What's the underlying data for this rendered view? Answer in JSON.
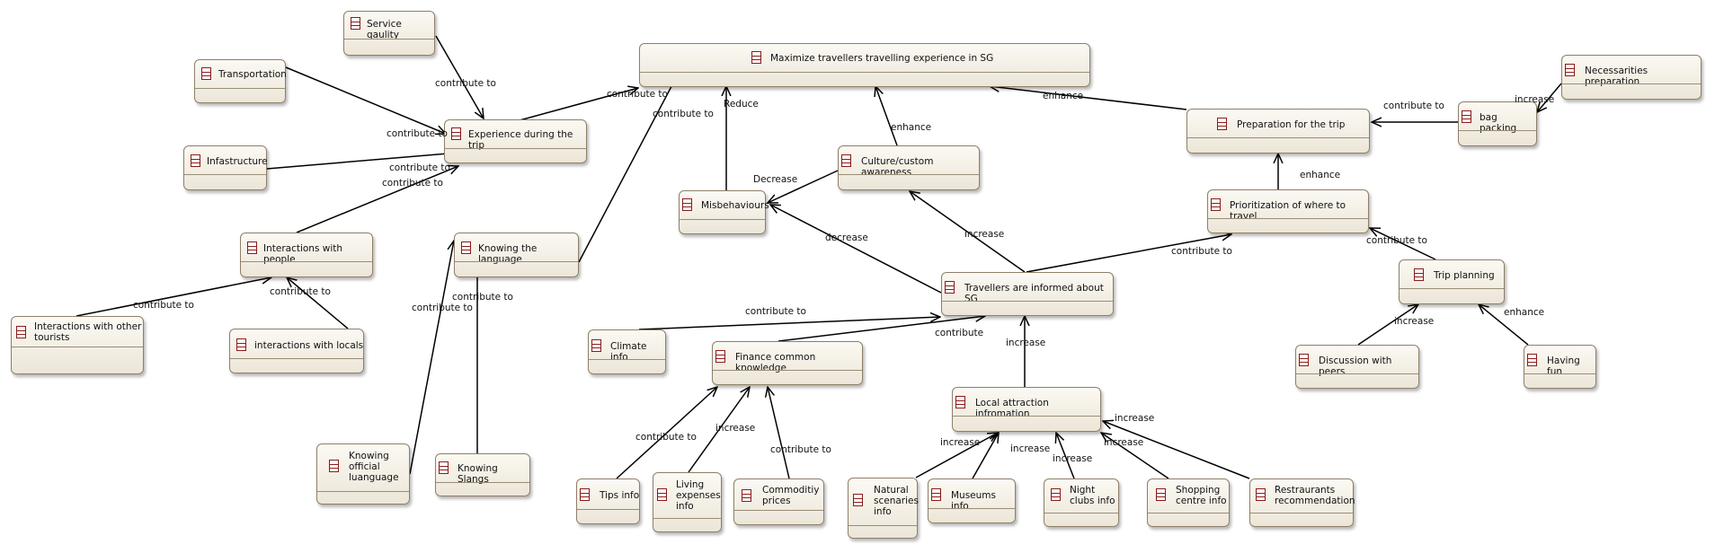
{
  "nodes": {
    "maximize": "Maximize travellers travelling experience in SG",
    "service": "Service qaulity",
    "transportation": "Transportation",
    "infrastructure": "Infastructure",
    "experience": "Experience during the trip",
    "interactions_people": "Interactions with people",
    "interactions_tourists": "Interactions with other tourists",
    "interactions_locals": "interactions with locals",
    "knowing_language": "Knowing the language",
    "knowing_official": "Knowing official luanguage",
    "knowing_slangs": "Knowing Slangs",
    "misbehaviours": "Misbehaviours",
    "culture": "Culture/custom awareness",
    "informed": "Travellers are informed about SG",
    "climate": "Climate info",
    "finance": "Finance common knowledge",
    "tips": "Tips info",
    "living": "Living expenses info",
    "commodity": "Commoditiy prices",
    "local_attraction": "Local attraction infromation",
    "natural": "Natural scenaries info",
    "museums": "Museums info",
    "night": "Night clubs info",
    "shopping": "Shopping centre info",
    "restaurants": "Restraurants recommendation",
    "preparation": "Preparation for the trip",
    "bag": "bag packing",
    "necessaries": "Necessarities preparation",
    "prioritization": "Prioritization of where to travel",
    "trip_planning": "Trip planning",
    "discussion": "Discussion with peers",
    "having_fun": "Having fun"
  },
  "edge_labels": {
    "service_exp": "contribute to",
    "transport_exp": "contribute to",
    "infra_exp": "contribute to",
    "people_exp": "contribute to",
    "exp_max": "contribute to",
    "lang_max": "contribute to",
    "misb_max": "Reduce",
    "culture_max": "enhance",
    "prep_max": "enhance",
    "culture_misb": "Decrease",
    "informed_misb": "decrease",
    "informed_culture": "increase",
    "informed_prior": "contribute to",
    "tourists_people": "contribute to",
    "locals_people": "contribute to",
    "official_lang": "contribute to",
    "slangs_lang": "contribute to",
    "climate_informed": "contribute to",
    "finance_informed": "contribute",
    "local_informed": "increase",
    "tips_finance": "contribute to",
    "living_finance": "increase",
    "commodity_finance": "contribute to",
    "natural_local": "increase",
    "museums_local": "increase",
    "night_local": "increase",
    "shopping_local": "increase",
    "restaurants_local": "increase",
    "bag_prep": "contribute to",
    "necess_bag": "increase",
    "prior_prep": "enhance",
    "trip_prior": "contribute to",
    "discussion_trip": "increase",
    "fun_trip": "enhance"
  }
}
